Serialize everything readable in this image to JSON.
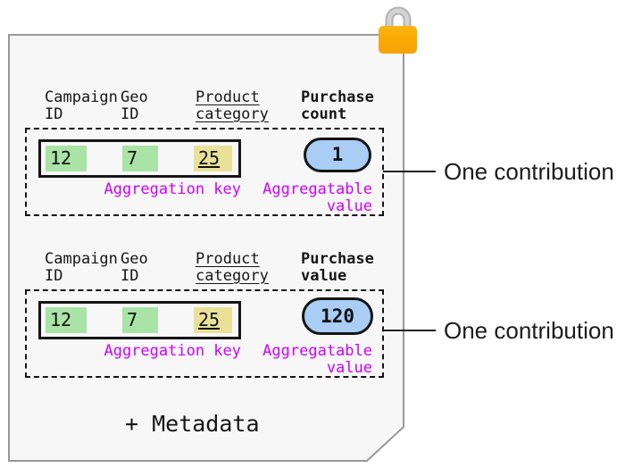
{
  "colors": {
    "paper_fill": "#f7f7f7",
    "paper_border": "#999999",
    "box_border_black": "#141414",
    "key_cell_green": "#a9e3a5",
    "key_cell_yellow": "#e9e198",
    "value_pill_blue": "#a9cdf5",
    "annotation_magenta": "#cc00ff",
    "lock_body_orange": "#f9ab00",
    "lock_shackle_gray": "#c5c5c5"
  },
  "contributions": [
    {
      "columns": [
        {
          "header": "Campaign\nID"
        },
        {
          "header": "Geo\nID"
        },
        {
          "header": "Product\ncategory"
        },
        {
          "header": "Purchase\ncount"
        }
      ],
      "key_cells": [
        {
          "value": "12"
        },
        {
          "value": "7"
        },
        {
          "value": "25"
        }
      ],
      "key_label": "Aggregation key",
      "aggregatable_value": "1",
      "value_label": "Aggregatable\nvalue",
      "callout": "One contribution"
    },
    {
      "columns": [
        {
          "header": "Campaign\nID"
        },
        {
          "header": "Geo\nID"
        },
        {
          "header": "Product\ncategory"
        },
        {
          "header": "Purchase\nvalue"
        }
      ],
      "key_cells": [
        {
          "value": "12"
        },
        {
          "value": "7"
        },
        {
          "value": "25"
        }
      ],
      "key_label": "Aggregation key",
      "aggregatable_value": "120",
      "value_label": "Aggregatable\nvalue",
      "callout": "One contribution"
    }
  ],
  "footer": {
    "metadata_label": "+ Metadata"
  }
}
